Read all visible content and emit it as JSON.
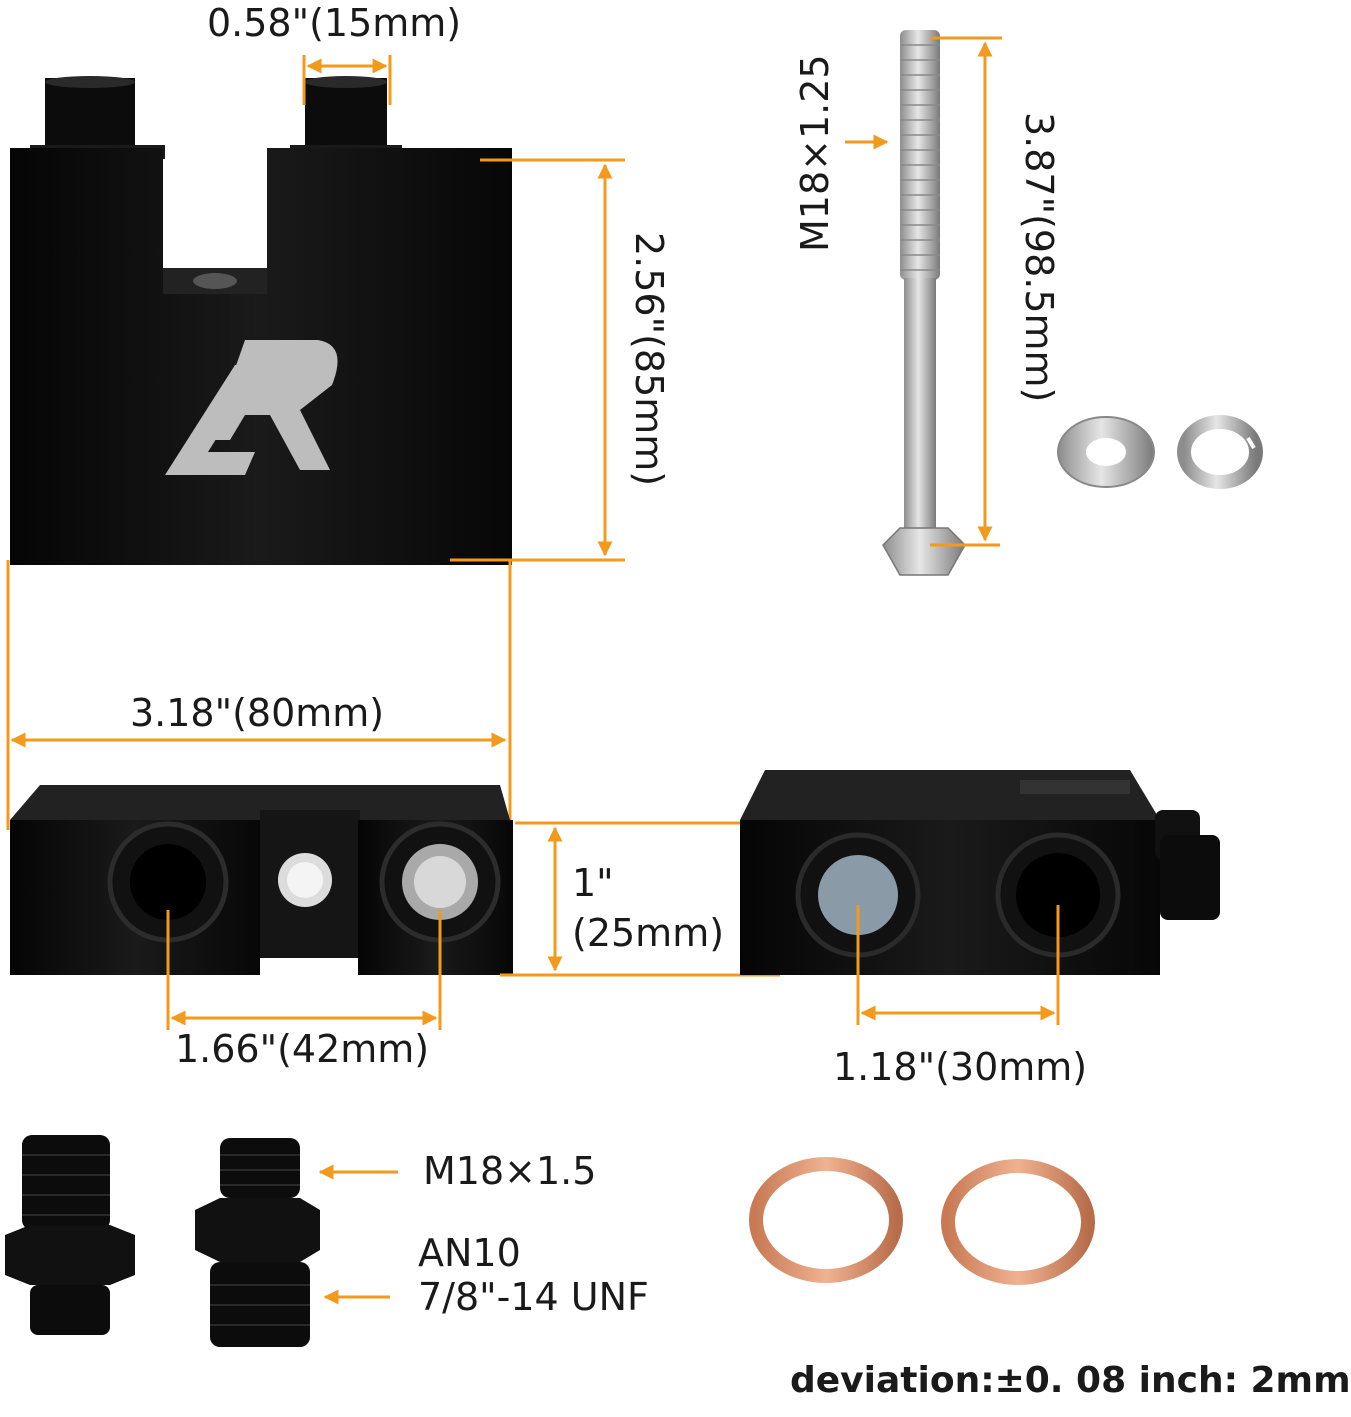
{
  "colors": {
    "dimension_line": "#f39a1c",
    "block": "#0d0d0d",
    "steel": "#c9c9c9",
    "copper": "#d9916a"
  },
  "dimensions": {
    "port_width": "0.58\"(15mm)",
    "block_height": "2.56\"(85mm)",
    "block_width": "3.18\"(80mm)",
    "side_height_line1": "1\"",
    "side_height_line2": "(25mm)",
    "port_spacing_front": "1.66\"(42mm)",
    "port_spacing_side": "1.18\"(30mm)",
    "bolt_length": "3.87\"(98.5mm)",
    "bolt_thread": "M18×1.25"
  },
  "fittings": {
    "thread_metric": "M18×1.5",
    "thread_an": "AN10",
    "thread_unf": "7/8\"-14 UNF"
  },
  "footer": {
    "deviation": "deviation:±0. 08 inch: 2mm"
  },
  "logo_text": "LR",
  "icons": [
    "adapter-block-front",
    "adapter-block-bottom",
    "adapter-block-side",
    "bolt",
    "flat-washer",
    "lock-washer",
    "an-fitting",
    "copper-washer"
  ]
}
